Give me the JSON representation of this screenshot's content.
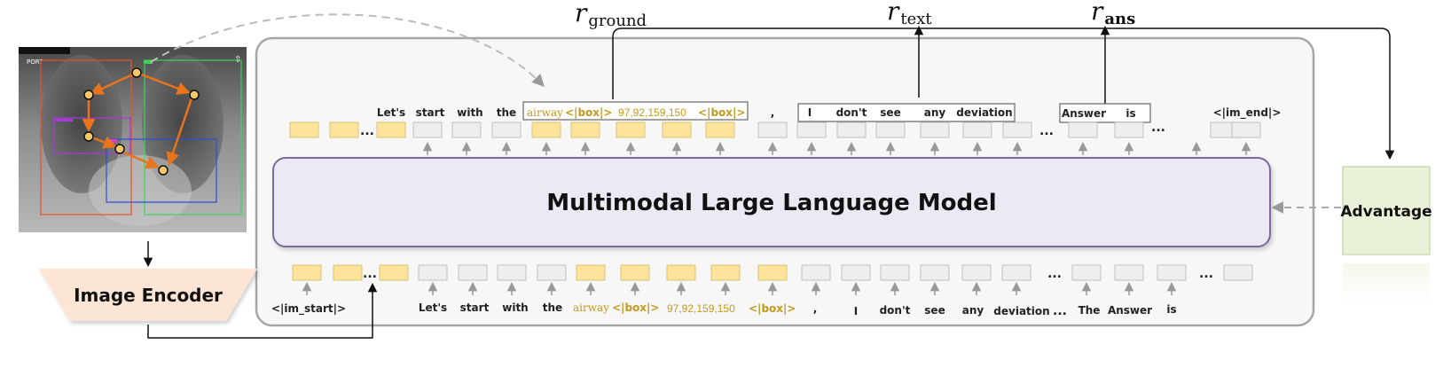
{
  "model": {
    "title": "Multimodal Large Language Model"
  },
  "encoder": {
    "title": "Image Encoder"
  },
  "advantage": {
    "title": "Advantage"
  },
  "rewards": {
    "ground": {
      "symbol": "r",
      "sub": "ground"
    },
    "text": {
      "symbol": "r",
      "sub": "text"
    },
    "ans": {
      "symbol": "r",
      "sub": "ans"
    }
  },
  "output_tokens": {
    "lets": "Let's",
    "start": "start",
    "with": "with",
    "the": "the",
    "airway": "airway",
    "box_open": "<|box|>",
    "coords": "97,92,159,150",
    "box_close": "<|box|>",
    "comma": ",",
    "i": "I",
    "dont": "don't",
    "see": "see",
    "any": "any",
    "deviation": "deviation",
    "answer": "Answer",
    "is": "is",
    "im_end": "<|im_end|>"
  },
  "input_tokens": {
    "im_start": "<|im_start|>",
    "lets": "Let's",
    "start": "start",
    "with": "with",
    "the": "the",
    "airway": "airway",
    "box_open": "<|box|>",
    "coords": "97,92,159,150",
    "box_close": "<|box|>",
    "comma": ",",
    "i": "I",
    "dont": "don't",
    "see": "see",
    "any": "any",
    "deviation": "deviation",
    "the2": "The",
    "answer": "Answer",
    "is": "is"
  },
  "ellipsis": "...",
  "xray": {
    "label": "PORT"
  },
  "colors": {
    "token_gold": "#fde49a",
    "token_gray": "#eeeeee",
    "highlight_text": "#c49a1c",
    "model_fill": "#ece8f4",
    "model_border": "#7b6b9c",
    "encoder_fill": "#fce5d4",
    "advantage_fill": "#e9f2d8",
    "arrow_orange": "#e8741c"
  }
}
